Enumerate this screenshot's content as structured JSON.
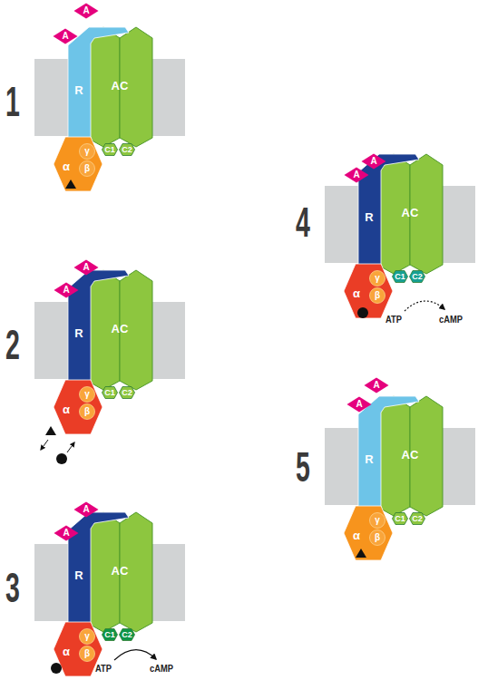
{
  "diagram": {
    "nodes": [
      {
        "text": [
          "A"
        ]
      },
      {
        "text": [
          "A"
        ]
      },
      {
        "text": [
          "R"
        ]
      },
      {
        "text": [
          "AC"
        ]
      },
      {
        "text": [
          "α"
        ]
      },
      {
        "text": [
          "γ"
        ],
        "in": 4
      },
      {
        "text": [
          "β"
        ],
        "in": 4
      },
      {
        "text": [
          "C1"
        ]
      },
      {
        "text": [
          "C2"
        ]
      },
      {
        "text": [
          "A"
        ]
      },
      {
        "text": [
          "A"
        ]
      },
      {
        "text": [
          "R"
        ]
      },
      {
        "text": [
          "AC"
        ]
      },
      {
        "text": [
          "α"
        ]
      },
      {
        "text": [
          "γ"
        ],
        "in": 13
      },
      {
        "text": [
          "β"
        ],
        "in": 13
      },
      {
        "text": [
          "C1"
        ]
      },
      {
        "text": [
          "C2"
        ]
      },
      {
        "text": [
          "A"
        ]
      },
      {
        "text": [
          "A"
        ]
      },
      {
        "text": [
          "R"
        ]
      },
      {
        "text": [
          "AC"
        ]
      },
      {
        "text": [
          "α"
        ]
      },
      {
        "text": [
          "γ"
        ],
        "in": 22
      },
      {
        "text": [
          "β"
        ],
        "in": 22
      },
      {
        "text": [
          "C1"
        ]
      },
      {
        "text": [
          "C2"
        ]
      },
      {
        "text": [
          "A"
        ]
      },
      {
        "text": [
          "A"
        ]
      },
      {
        "text": [
          "R"
        ]
      },
      {
        "text": [
          "AC"
        ]
      },
      {
        "text": [
          "α"
        ]
      },
      {
        "text": [
          "γ"
        ],
        "in": 31
      },
      {
        "text": [
          "β"
        ],
        "in": 31
      },
      {
        "text": [
          "C1"
        ]
      },
      {
        "text": [
          "C2"
        ]
      },
      {
        "text": [
          "A"
        ]
      },
      {
        "text": [
          "A"
        ]
      },
      {
        "text": [
          "R"
        ]
      },
      {
        "text": [
          "AC"
        ]
      },
      {
        "text": [
          "α"
        ]
      },
      {
        "text": [
          "γ"
        ],
        "in": 40
      },
      {
        "text": [
          "β"
        ],
        "in": 40
      },
      {
        "text": [
          "C1"
        ]
      },
      {
        "text": [
          "C2"
        ]
      }
    ],
    "labels": [
      "1",
      "2",
      "3",
      "ATP",
      "cAMP",
      "4",
      "ATP",
      "cAMP",
      "5"
    ]
  }
}
